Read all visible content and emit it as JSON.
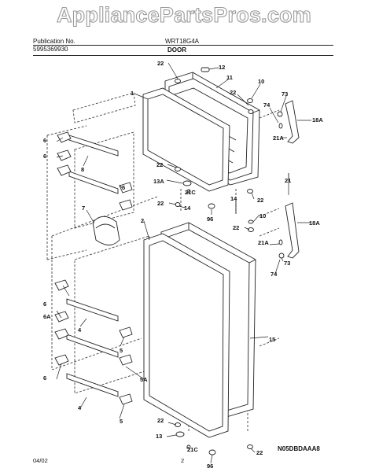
{
  "watermark": "AppliancePartsPros.com",
  "header": {
    "publication_label": "Publication No.",
    "publication_number": "5995369930",
    "model": "WRT18G4A",
    "section_title": "DOOR"
  },
  "footer": {
    "date": "04/02",
    "page": "2",
    "diagram_code": "N05DBDAAA8"
  },
  "callouts": {
    "c1": "1",
    "c2": "2",
    "c4a": "4",
    "c4b": "4",
    "c5a": "5",
    "c5b": "5",
    "c5c": "5",
    "c5A": "5A",
    "c6a": "6",
    "c6b": "6",
    "c6c": "6",
    "c6A": "6A",
    "c7": "7",
    "c8": "8",
    "c10a": "10",
    "c10b": "10",
    "c11": "11",
    "c12": "12",
    "c13": "13",
    "c13A": "13A",
    "c14a": "14",
    "c14b": "14",
    "c15": "15",
    "c18Aa": "18A",
    "c18Ab": "18A",
    "c21": "21",
    "c21Aa": "21A",
    "c21Ab": "21A",
    "c21Ca": "21C",
    "c21Cb": "21C",
    "c22a": "22",
    "c22b": "22",
    "c22c": "22",
    "c22d": "22",
    "c22e": "22",
    "c22f": "22",
    "c22g": "22",
    "c22h": "22",
    "c73a": "73",
    "c73b": "73",
    "c74a": "74",
    "c74b": "74",
    "c96a": "96",
    "c96b": "96"
  }
}
